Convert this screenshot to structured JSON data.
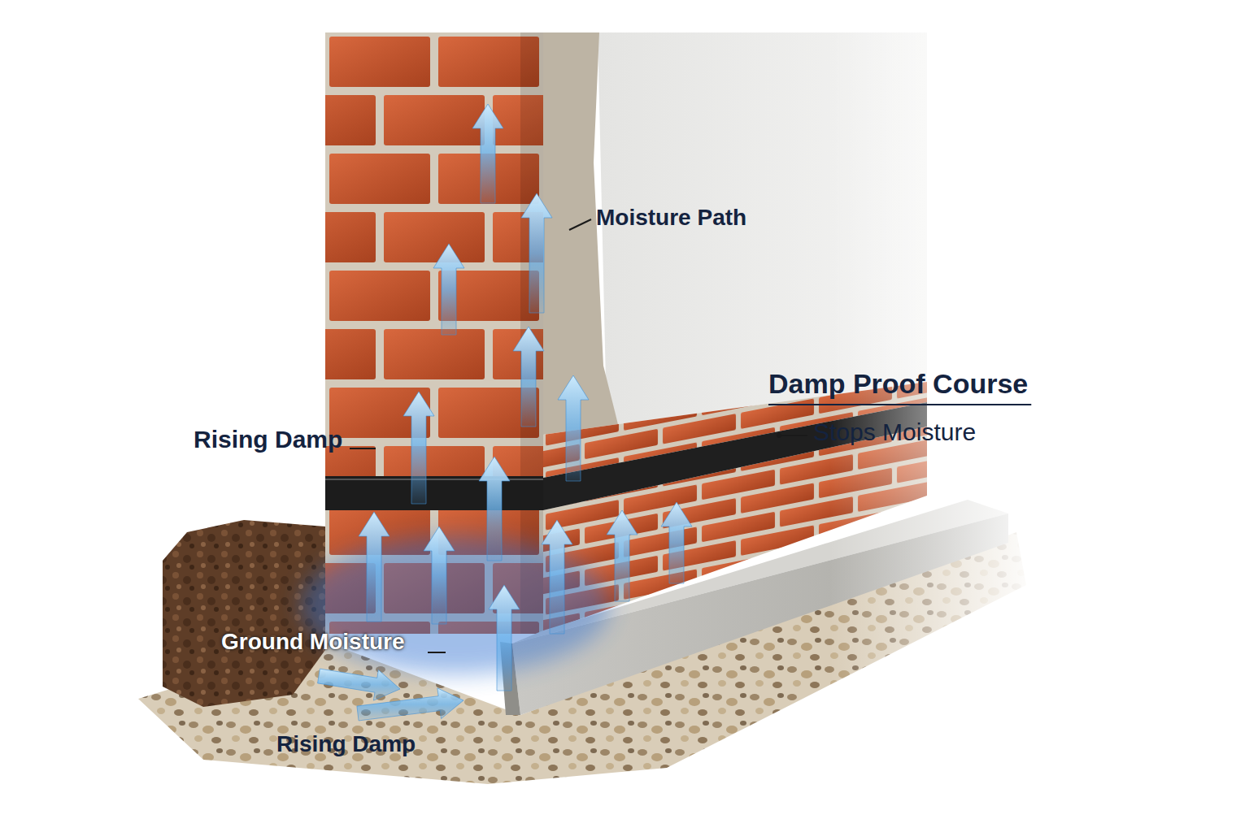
{
  "diagram": {
    "labels": [
      "Moisture Path",
      "Damp Proof Course",
      "Stops Moisture",
      "Rising Damp",
      "Ground Moisture",
      "Rising Damp"
    ]
  }
}
